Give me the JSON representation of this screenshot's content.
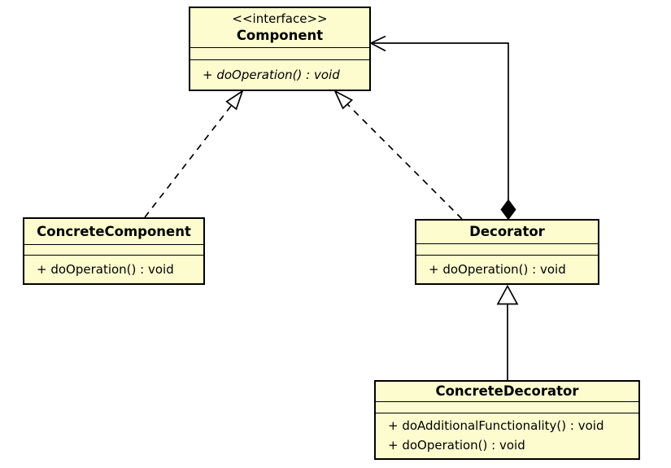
{
  "colors": {
    "node_fill": "#FCFCCF",
    "node_border": "#000000",
    "edge": "#000000",
    "background": "#FFFFFF"
  },
  "classes": [
    {
      "id": "Component",
      "stereotype": "<<interface>>",
      "name": "Component",
      "attributes": [],
      "operations": [
        "+ doOperation() : void"
      ],
      "operations_italic": true
    },
    {
      "id": "ConcreteComponent",
      "name": "ConcreteComponent",
      "attributes": [],
      "operations": [
        "+ doOperation() : void"
      ]
    },
    {
      "id": "Decorator",
      "name": "Decorator",
      "attributes": [],
      "operations": [
        "+ doOperation() : void"
      ]
    },
    {
      "id": "ConcreteDecorator",
      "name": "ConcreteDecorator",
      "attributes": [],
      "operations": [
        "+ doAdditionalFunctionality() : void",
        "+ doOperation() : void"
      ]
    }
  ],
  "relationships": [
    {
      "from": "ConcreteComponent",
      "to": "Component",
      "type": "realization",
      "line": "dashed",
      "head": "hollow-triangle"
    },
    {
      "from": "Decorator",
      "to": "Component",
      "type": "realization",
      "line": "dashed",
      "head": "hollow-triangle"
    },
    {
      "from": "ConcreteDecorator",
      "to": "Decorator",
      "type": "generalization",
      "line": "solid",
      "head": "hollow-triangle"
    },
    {
      "from": "Decorator",
      "to": "Component",
      "type": "composition",
      "line": "solid",
      "head": "open-arrow",
      "tail": "filled-diamond"
    }
  ]
}
